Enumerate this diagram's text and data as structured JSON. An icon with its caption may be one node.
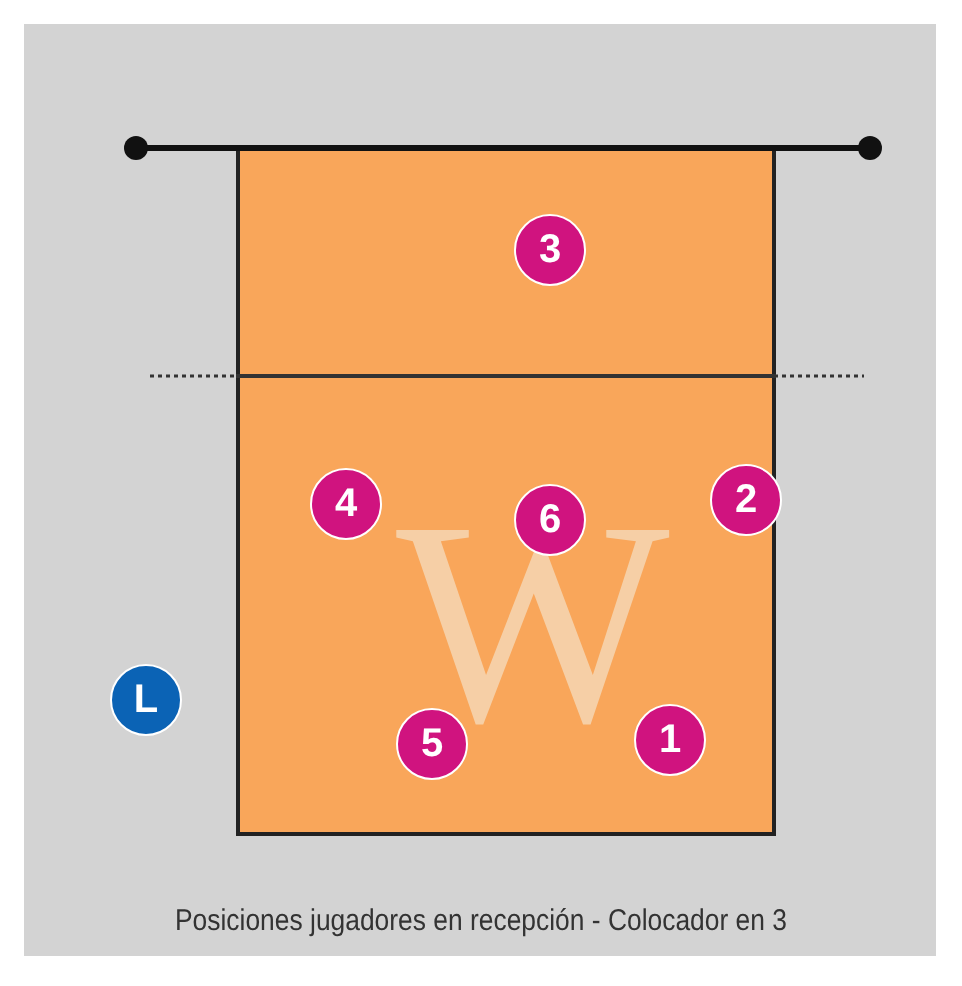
{
  "diagram": {
    "caption": "Posiciones jugadores en recepción - Colocador en 3",
    "nodes": [
      {
        "text": [],
        "shape": "box"
      },
      {
        "text": [
          "3"
        ],
        "in": 0
      },
      {
        "text": [
          "4"
        ],
        "in": 0
      },
      {
        "text": [
          "6"
        ],
        "in": 0
      },
      {
        "text": [
          "2"
        ],
        "in": 0
      },
      {
        "text": [
          "5"
        ],
        "in": 0
      },
      {
        "text": [
          "1"
        ],
        "in": 0
      },
      {
        "text": [
          "L"
        ]
      }
    ],
    "edges": [],
    "labels": [
      "W"
    ]
  }
}
